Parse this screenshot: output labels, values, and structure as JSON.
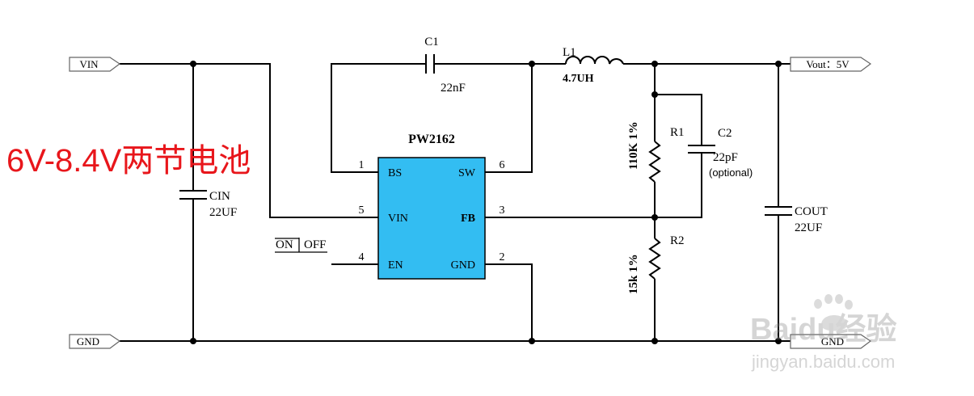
{
  "ports": {
    "vin": "VIN",
    "gnd_left": "GND",
    "vout": "Vout：5V",
    "gnd_right": "GND"
  },
  "components": {
    "c1": {
      "name": "C1",
      "value": "22nF"
    },
    "l1": {
      "name": "L1",
      "value": "4.7UH"
    },
    "cin": {
      "name": "CIN",
      "value": "22UF"
    },
    "cout": {
      "name": "COUT",
      "value": "22UF"
    },
    "r1": {
      "name": "R1",
      "value": "110K 1%"
    },
    "r2": {
      "name": "R2",
      "value": "15k 1%"
    },
    "c2": {
      "name": "C2",
      "value": "22pF",
      "note": "(optional)"
    }
  },
  "ic": {
    "name": "PW2162",
    "fill_color": "#33bdf2",
    "pins": {
      "bs": {
        "num": "1",
        "label": "BS"
      },
      "vin": {
        "num": "5",
        "label": "VIN"
      },
      "en": {
        "num": "4",
        "label": "EN"
      },
      "sw": {
        "num": "6",
        "label": "SW"
      },
      "fb": {
        "num": "3",
        "label": "FB"
      },
      "gnd": {
        "num": "2",
        "label": "GND"
      }
    }
  },
  "switch": {
    "on": "ON",
    "off": "OFF"
  },
  "annotation": {
    "text": "6V-8.4V两节电池",
    "color": "#e8161b"
  },
  "watermark": {
    "brand": "Baidu经验",
    "url": "jingyan.baidu.com"
  }
}
